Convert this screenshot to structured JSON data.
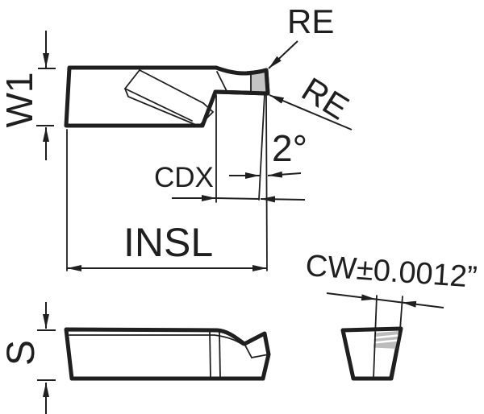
{
  "labels": {
    "w1": "W1",
    "re_top": "RE",
    "re_front": "RE",
    "angle": "2°",
    "cdx": "CDX",
    "insl": "INSL",
    "s": "S",
    "cw": "CW±0.0012”"
  },
  "colors": {
    "line": "#1f1f1f",
    "tip_fill": "#c4c4c4",
    "stripe_fill": "#bcbcbc",
    "background": "#ffffff"
  }
}
